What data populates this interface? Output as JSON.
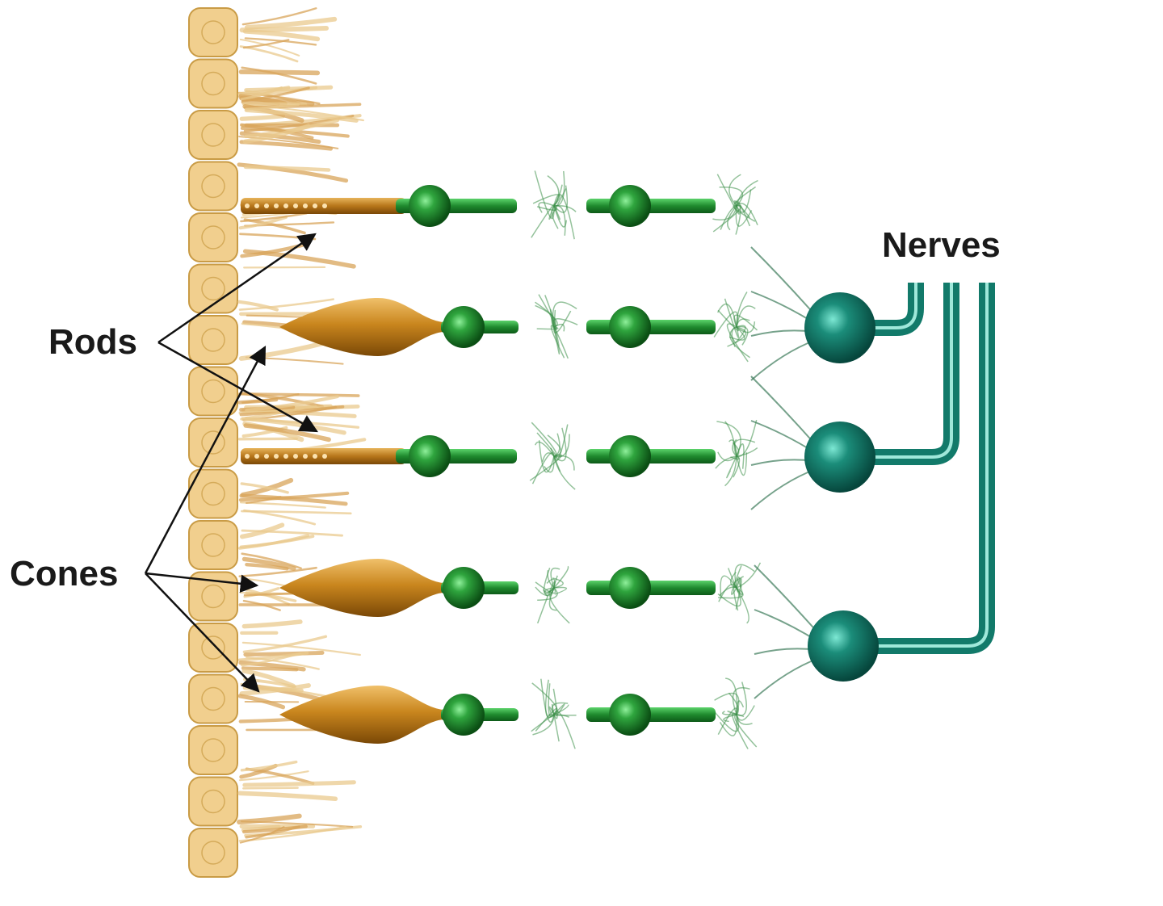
{
  "labels": {
    "rods": "Rods",
    "cones": "Cones",
    "nerves": "Nerves"
  },
  "colors": {
    "pigment_epithelium": "#f1cf8e",
    "pigment_outline": "#c99b45",
    "photoreceptor": "#c9861e",
    "photoreceptor_dark": "#8a5208",
    "bipolar_green": "#1f8a2e",
    "bipolar_light": "#4fd160",
    "ganglion_teal": "#127a6a",
    "ganglion_light": "#49c7b0",
    "arrow": "#111111"
  }
}
